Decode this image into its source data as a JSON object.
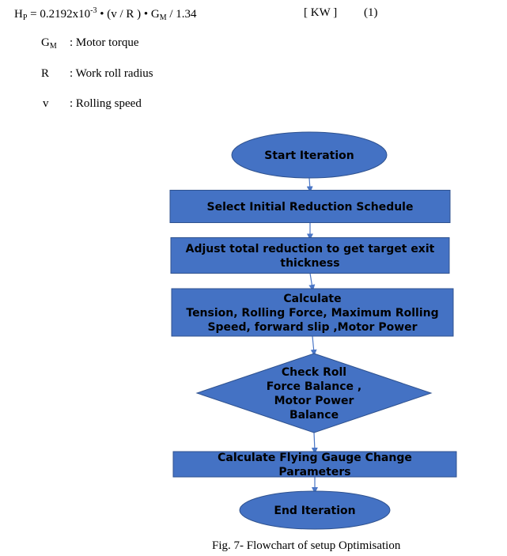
{
  "formula": {
    "lhs_main": "H",
    "lhs_sub": "P",
    "eq_a": " = 0.2192x10",
    "exp": "-3",
    "eq_b": " • (v / R ) • G",
    "g_sub": "M",
    "eq_c": " / 1.34",
    "unit": "[ KW ]",
    "number": "(1)"
  },
  "legend": [
    {
      "symbol_main": "G",
      "symbol_sub": "M",
      "desc": ": Motor torque"
    },
    {
      "symbol_main": "R",
      "symbol_sub": "",
      "desc": ": Work roll radius"
    },
    {
      "symbol_main": "v",
      "symbol_sub": "",
      "desc": ": Rolling speed"
    }
  ],
  "flowchart": {
    "fill_color": "#4472c4",
    "stroke_color": "#2f528f",
    "arrow_color": "#4a76c6",
    "nodes": [
      {
        "shape": "ellipse",
        "lines": [
          "Start Iteration"
        ]
      },
      {
        "shape": "rect",
        "lines": [
          "Select Initial Reduction Schedule"
        ]
      },
      {
        "shape": "rect",
        "lines": [
          "Adjust total reduction to get target exit",
          "thickness"
        ]
      },
      {
        "shape": "rect",
        "lines": [
          "Calculate",
          "Tension, Rolling Force, Maximum Rolling",
          "Speed, forward slip ,Motor Power"
        ]
      },
      {
        "shape": "diamond",
        "lines": [
          "Check Roll",
          "Force Balance ,",
          "Motor Power",
          "Balance"
        ]
      },
      {
        "shape": "rect",
        "lines": [
          "Calculate Flying Gauge Change",
          "Parameters"
        ]
      },
      {
        "shape": "ellipse",
        "lines": [
          "End Iteration"
        ]
      }
    ]
  },
  "caption": "Fig. 7- Flowchart of setup Optimisation"
}
